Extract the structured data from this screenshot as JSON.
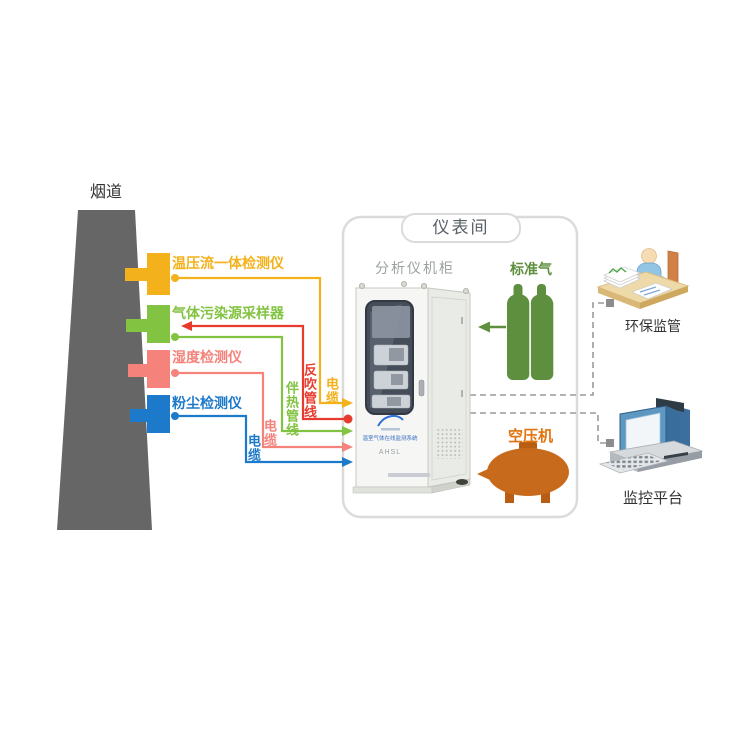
{
  "colors": {
    "yellow": "#F3B11C",
    "green": "#82C341",
    "pink": "#F5837B",
    "blue": "#1D79CA",
    "red": "#E93B2D",
    "dark_green": "#5D8F3F",
    "orange_tank": "#C86A1B",
    "orange_text": "#E2730E",
    "chimney_gray": "#666666",
    "dashed_gray": "#9A9A9A",
    "room_border": "#DBDBDB"
  },
  "chimney": {
    "label": "烟道"
  },
  "sensors": [
    {
      "id": "temp-pressure-flow",
      "label": "温压流一体检测仪",
      "color": "#F3B11C"
    },
    {
      "id": "gas-sampler",
      "label": "气体污染源采样器",
      "color": "#82C341"
    },
    {
      "id": "humidity",
      "label": "湿度检测仪",
      "color": "#F5837B"
    },
    {
      "id": "dust",
      "label": "粉尘检测仪",
      "color": "#1D79CA"
    }
  ],
  "pipes": {
    "blowback_label": "反吹管线",
    "heat_traced_label": "伴热管线",
    "cable_label_yellow": "电缆",
    "cable_label_pink": "电缆",
    "cable_label_blue": "电缆"
  },
  "instrument_room": {
    "title": "仪表间",
    "cabinet": {
      "label": "分析仪机柜",
      "panel_title": "温室气体在线监测系统",
      "model": "AHSL"
    },
    "standard_gas": {
      "label": "标准气"
    },
    "air_compressor": {
      "label": "空压机"
    }
  },
  "remote": {
    "env_supervision_label": "环保监管",
    "monitoring_platform_label": "监控平台"
  }
}
